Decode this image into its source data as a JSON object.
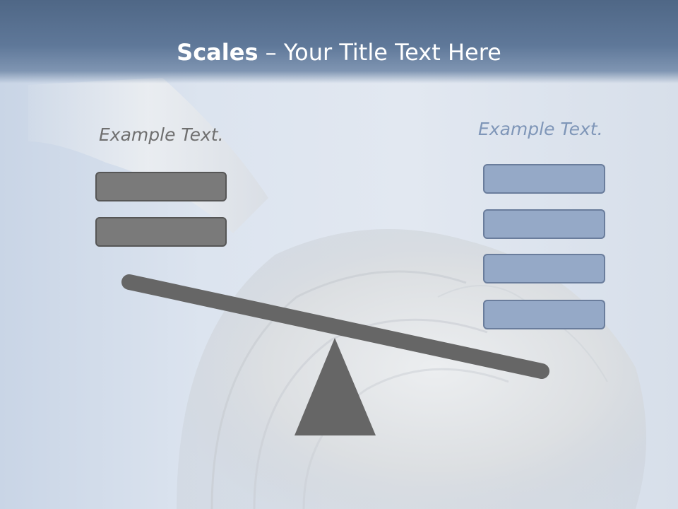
{
  "title": {
    "bold": "Scales",
    "rest": " – Your Title Text Here"
  },
  "left": {
    "label": "Example Text.",
    "box_count": 2
  },
  "right": {
    "label": "Example Text.",
    "box_count": 4
  },
  "colors": {
    "title_bar": "#5a7395",
    "left_box_fill": "#7a7a7a",
    "right_box_fill": "#95a9c7",
    "scale": "#666666",
    "left_label": "#6f6f6f",
    "right_label": "#7f96b8"
  }
}
